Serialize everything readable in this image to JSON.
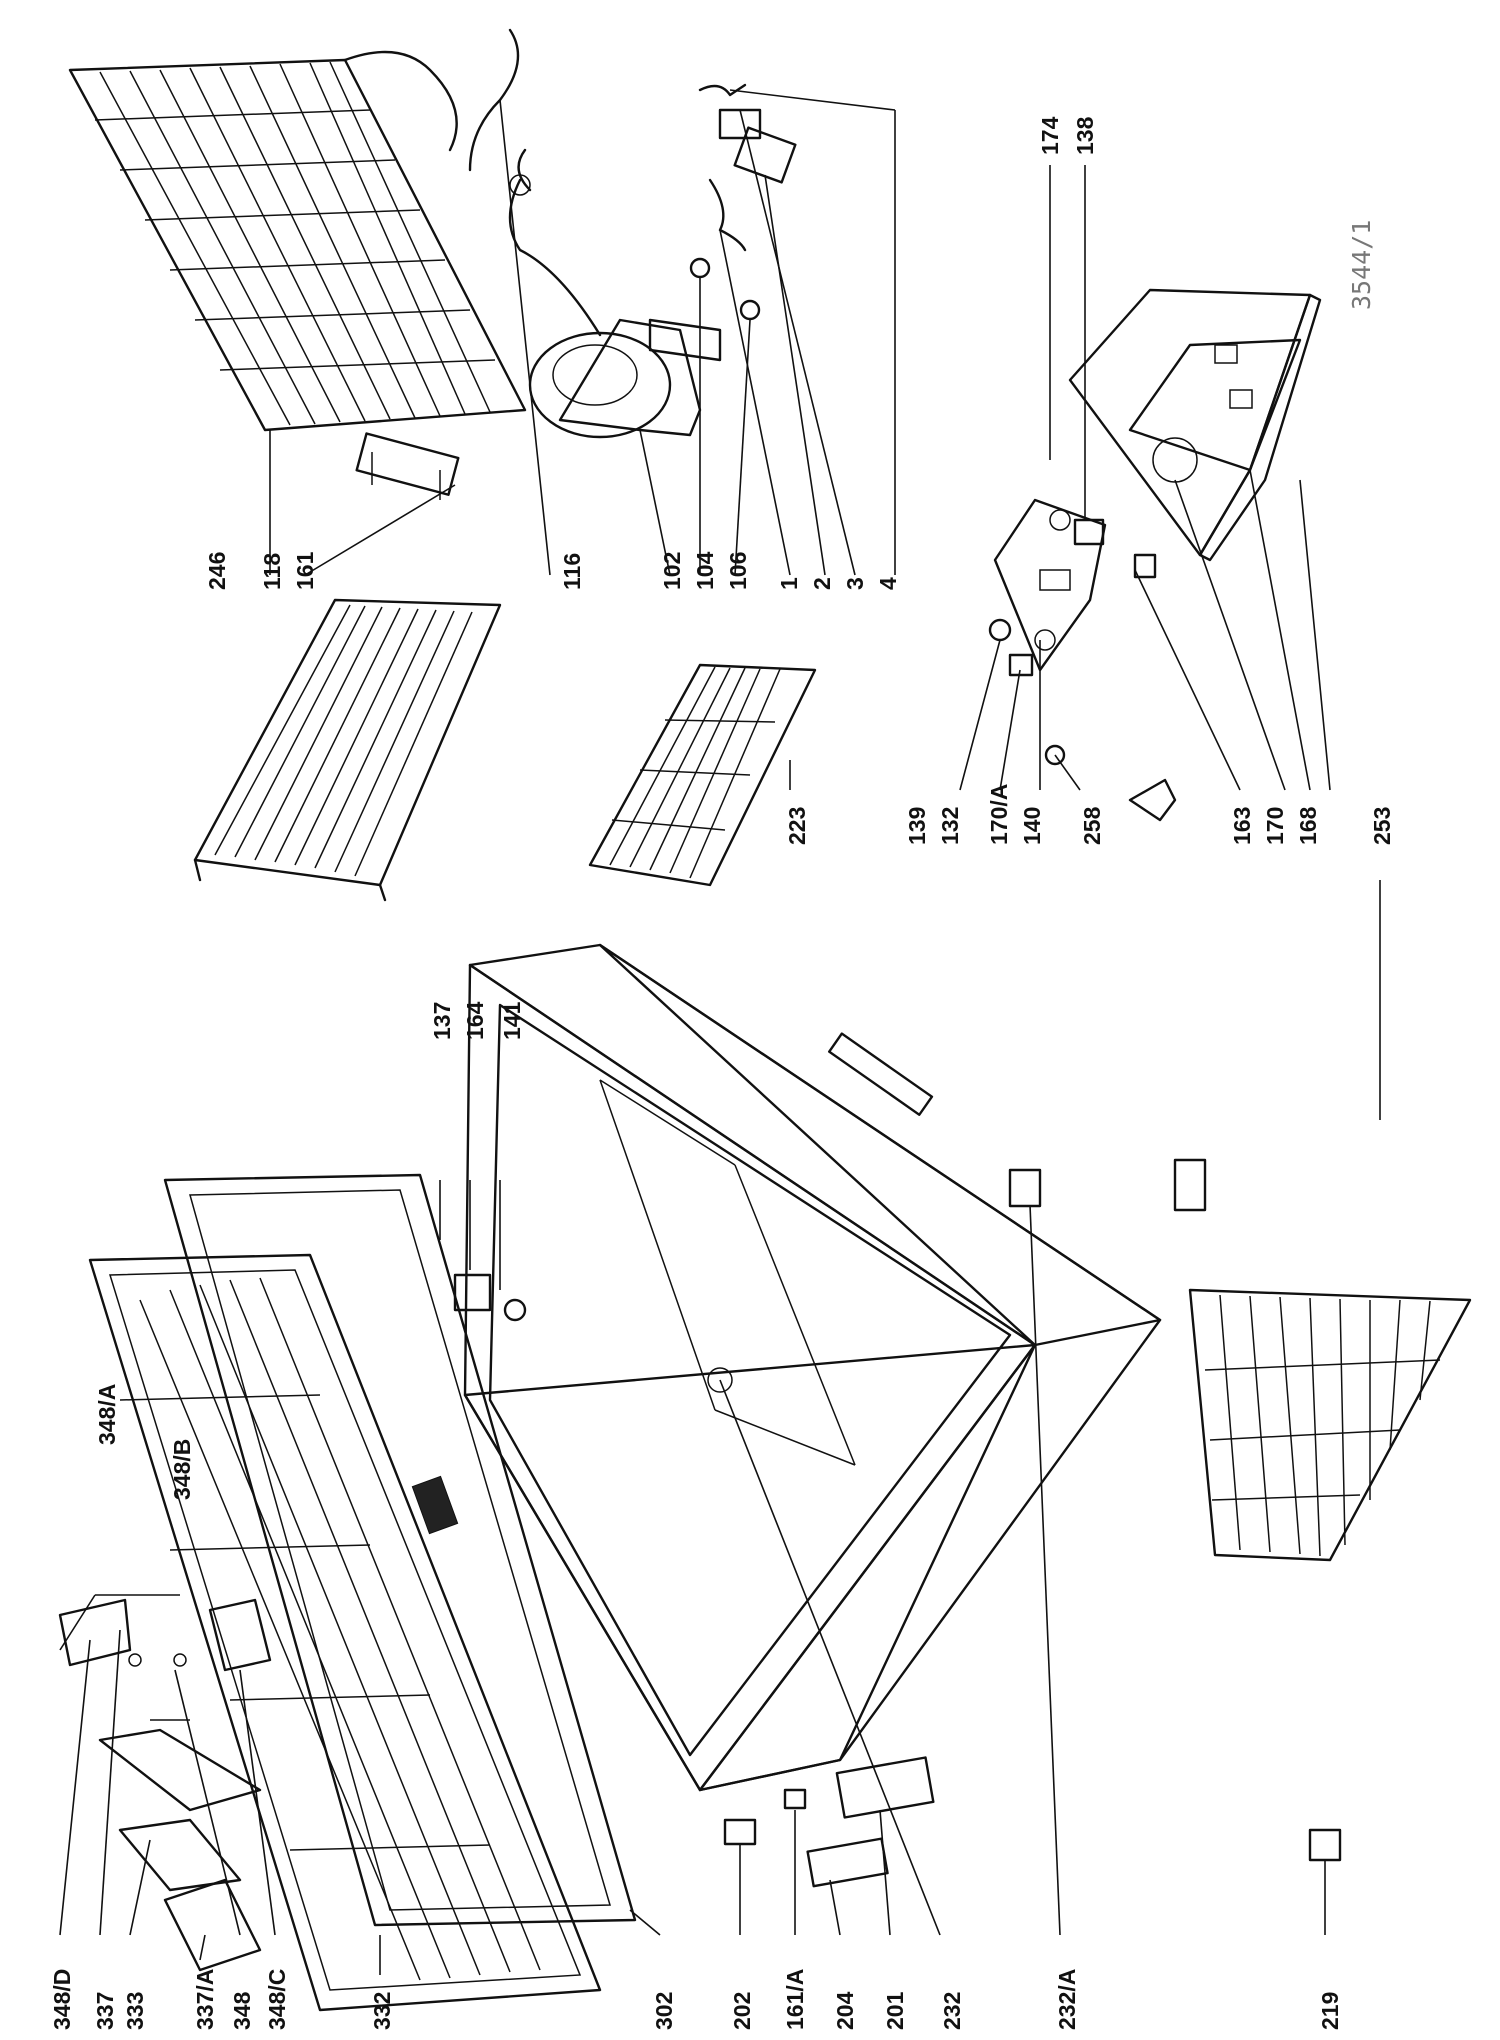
{
  "drawing_ref": "3544/1",
  "labels": {
    "l246": "246",
    "l118": "118",
    "l161": "161",
    "l116": "116",
    "l102": "102",
    "l104": "104",
    "l106": "106",
    "l1": "1",
    "l2": "2",
    "l3": "3",
    "l4": "4",
    "l174": "174",
    "l138": "138",
    "l223": "223",
    "l139": "139",
    "l132": "132",
    "l170a": "170/A",
    "l140": "140",
    "l258": "258",
    "l163": "163",
    "l170": "170",
    "l168": "168",
    "l253": "253",
    "l137": "137",
    "l164": "164",
    "l141": "141",
    "l348a": "348/A",
    "l348b": "348/B",
    "l348d": "348/D",
    "l337": "337",
    "l333": "333",
    "l337a": "337/A",
    "l348": "348",
    "l348c": "348/C",
    "l332": "332",
    "l302": "302",
    "l202": "202",
    "l161a": "161/A",
    "l204": "204",
    "l201": "201",
    "l232": "232",
    "l232a": "232/A",
    "l219": "219"
  }
}
